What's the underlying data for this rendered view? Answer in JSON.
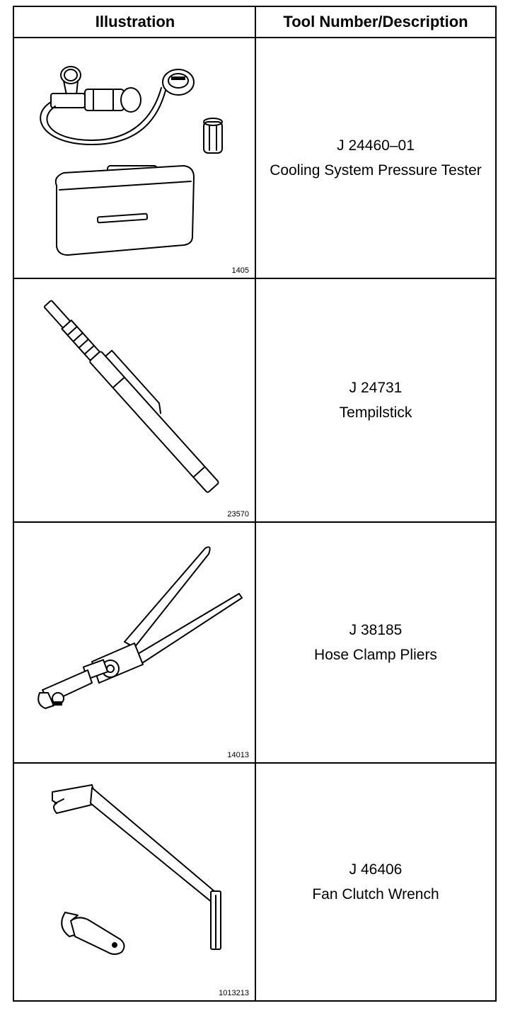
{
  "header": {
    "illustration": "Illustration",
    "tool": "Tool Number/Description"
  },
  "rows": [
    {
      "figure": "1405",
      "number": "J 24460–01",
      "description": "Cooling System Pressure Tester",
      "icon": "cooling-system-pressure-tester-icon"
    },
    {
      "figure": "23570",
      "number": "J 24731",
      "description": "Tempilstick",
      "icon": "tempilstick-icon"
    },
    {
      "figure": "14013",
      "number": "J 38185",
      "description": "Hose Clamp Pliers",
      "icon": "hose-clamp-pliers-icon"
    },
    {
      "figure": "1013213",
      "number": "J 46406",
      "description": "Fan Clutch Wrench",
      "icon": "fan-clutch-wrench-icon"
    }
  ]
}
